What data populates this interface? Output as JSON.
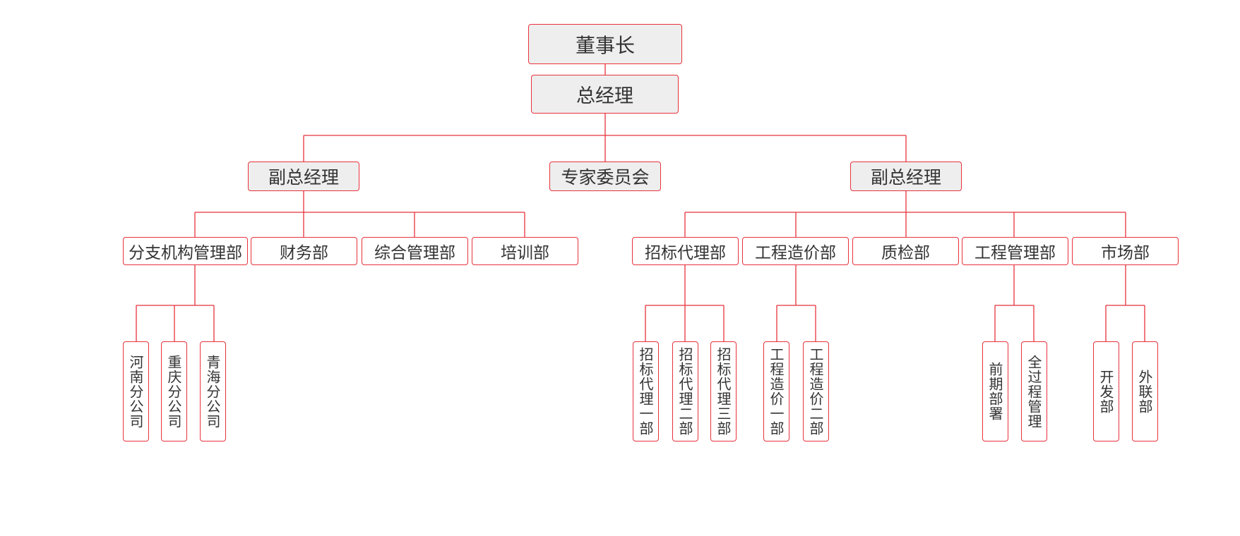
{
  "org": {
    "chairman": "董事长",
    "gm": "总经理",
    "vgm_left": "副总经理",
    "experts": "专家委员会",
    "vgm_right": "副总经理",
    "branch_mgmt": "分支机构管理部",
    "finance": "财务部",
    "general_mgmt": "综合管理部",
    "training": "培训部",
    "bidding": "招标代理部",
    "cost": "工程造价部",
    "qc": "质检部",
    "eng_mgmt": "工程管理部",
    "market": "市场部",
    "henan": "河南分公司",
    "chongqing": "重庆分公司",
    "qinghai": "青海分公司",
    "bid1": "招标代理一部",
    "bid2": "招标代理二部",
    "bid3": "招标代理三部",
    "cost1": "工程造价一部",
    "cost2": "工程造价二部",
    "preplan": "前期部署",
    "fullproc": "全过程管理",
    "dev": "开发部",
    "liaison": "外联部"
  },
  "colors": {
    "line": "#e8323c",
    "box_fill": "#eeeeee",
    "text": "#333333"
  }
}
